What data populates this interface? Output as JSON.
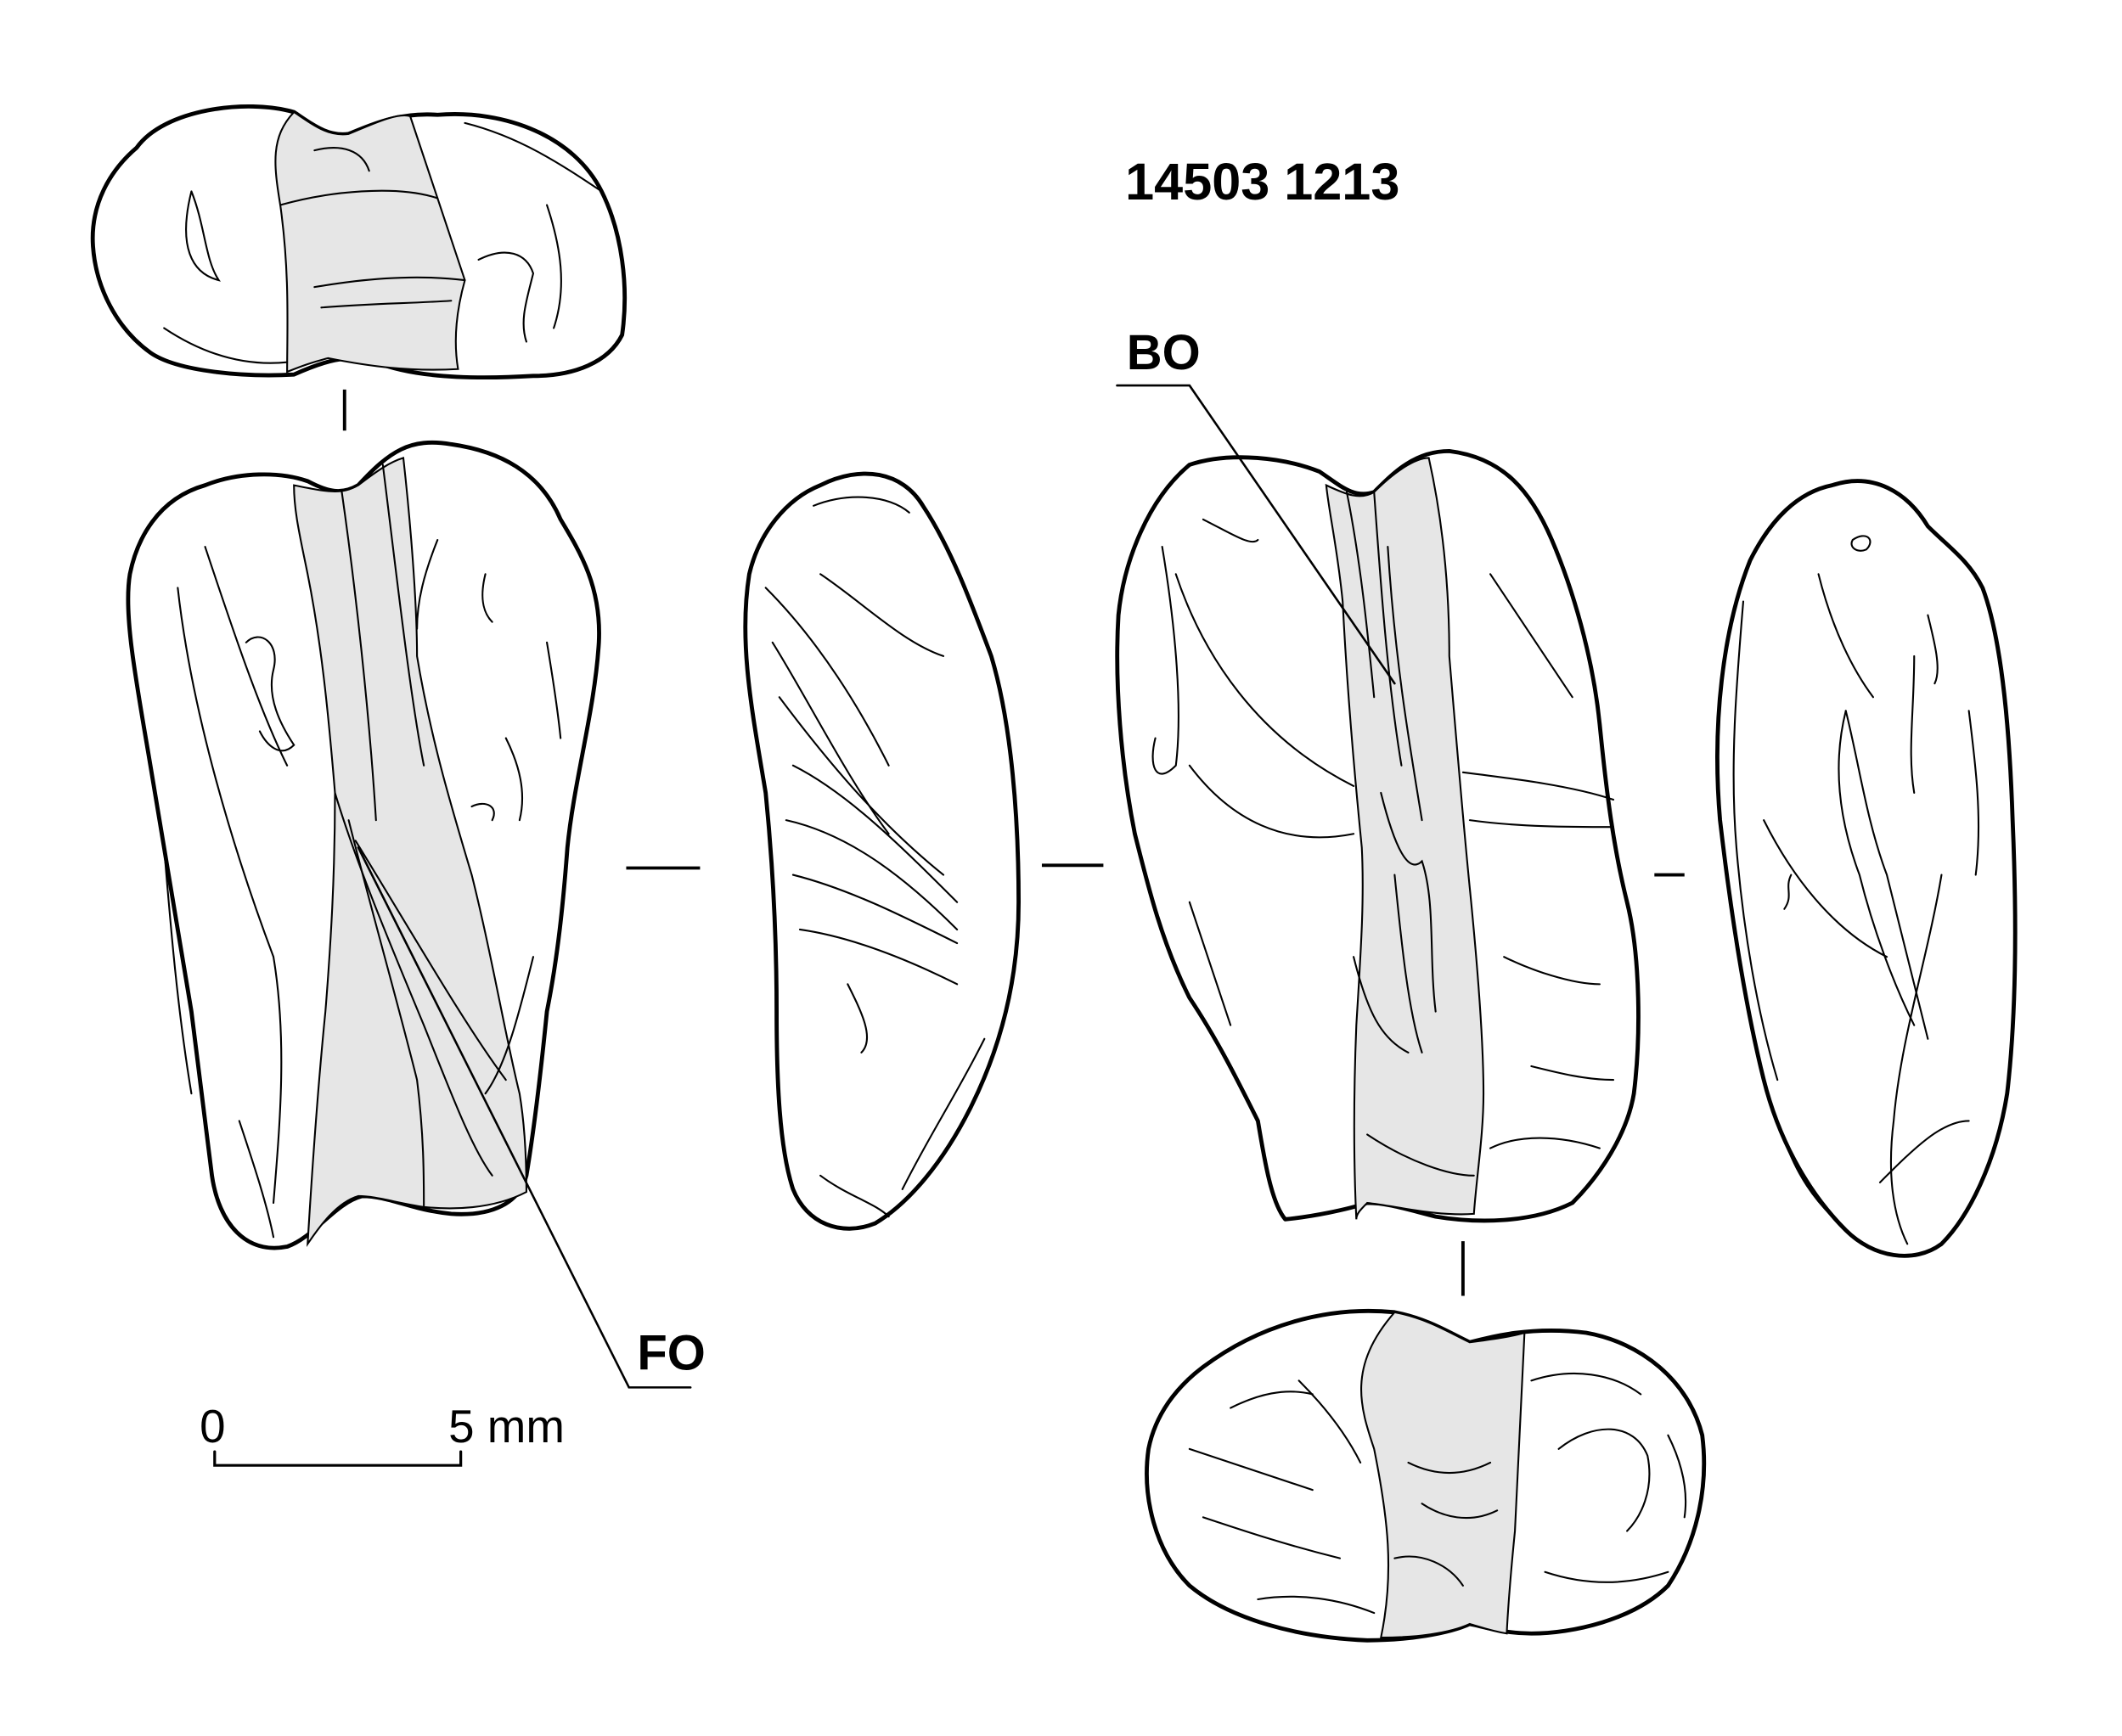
{
  "figure": {
    "catalog_number": "14503 1213",
    "shading_color": "#e6e6e6",
    "line_color": "#000000",
    "background": "#ffffff"
  },
  "labels": {
    "bo": "BO",
    "fo": "FO"
  },
  "scale_bar": {
    "start": "0",
    "end": "5 mm"
  },
  "views": [
    {
      "id": "top-view",
      "description": "occlusal/top view"
    },
    {
      "id": "front-view",
      "description": "face with FO"
    },
    {
      "id": "left-profile",
      "description": "lateral profile"
    },
    {
      "id": "back-view",
      "description": "face with BO"
    },
    {
      "id": "right-profile",
      "description": "lateral profile"
    },
    {
      "id": "bottom-view",
      "description": "basal view"
    }
  ]
}
